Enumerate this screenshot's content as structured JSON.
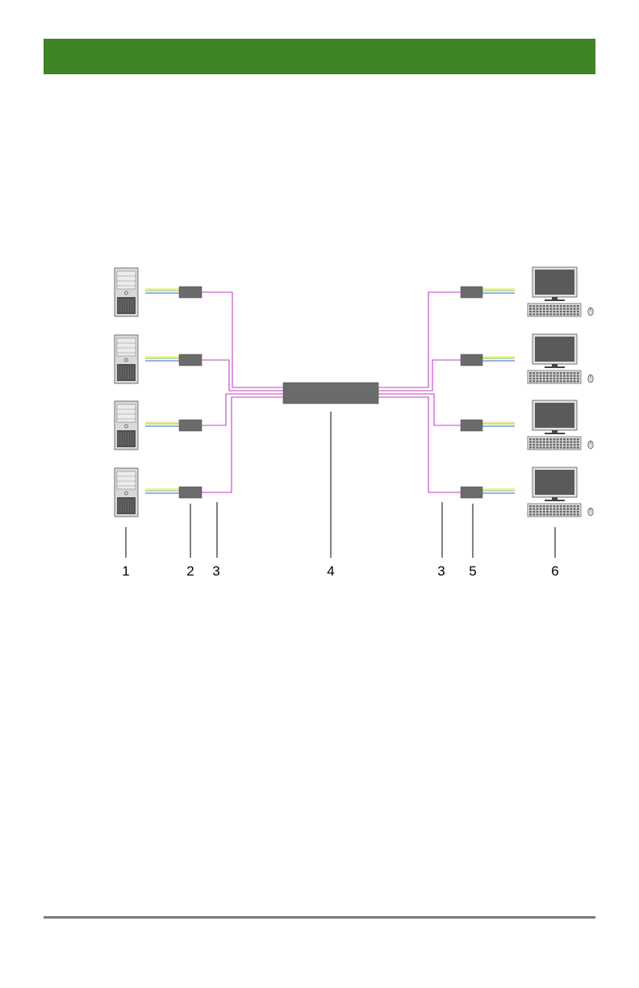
{
  "header": {
    "bar_color": "#3f8425",
    "title": ""
  },
  "colors": {
    "link_cable": "#c23fc7",
    "cable_green": "#79c043",
    "cable_yellow": "#e6e13a",
    "cable_blue": "#2f66c9",
    "device_fill": "#6b6b6b",
    "footer_rule": "#7a7a7a"
  },
  "diagram": {
    "left_devices": [
      "server-tower-icon",
      "server-tower-icon",
      "server-tower-icon",
      "server-tower-icon"
    ],
    "right_devices": [
      "workstation-icon",
      "workstation-icon",
      "workstation-icon",
      "workstation-icon"
    ],
    "center_device": "matrix-switch",
    "callouts": [
      "1",
      "2",
      "3",
      "4",
      "3",
      "5",
      "6"
    ]
  }
}
